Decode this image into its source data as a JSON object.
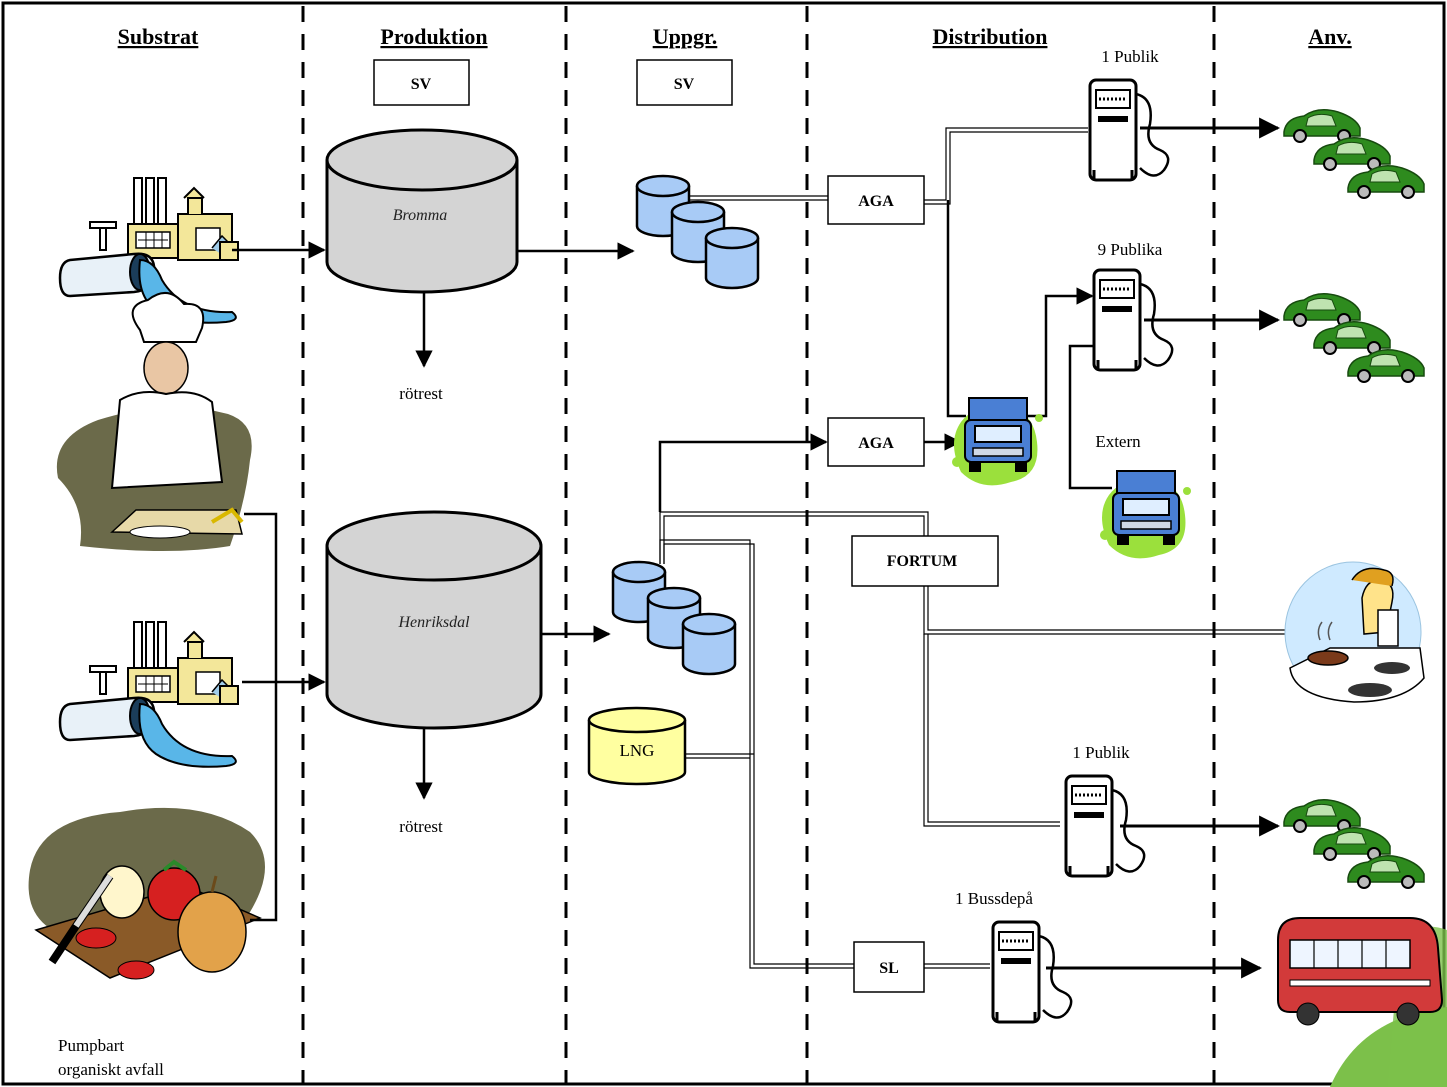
{
  "headers": {
    "substrat": "Substrat",
    "produktion": "Produktion",
    "uppgr": "Uppgr.",
    "distribution": "Distribution",
    "anv": "Anv."
  },
  "owners": {
    "produktion_sv": "SV",
    "uppgr_sv": "SV"
  },
  "plants": {
    "bromma": "Bromma",
    "henriksdal": "Henriksdal"
  },
  "residue": {
    "bromma": "rötrest",
    "henriksdal": "rötrest"
  },
  "distributors": {
    "aga_top": "AGA",
    "aga_mid": "AGA",
    "fortum": "FORTUM",
    "sl": "SL"
  },
  "stations": {
    "publik_top": "1 Publik",
    "publika_nine": "9 Publika",
    "extern": "Extern",
    "publik_bottom": "1 Publik",
    "bussdepa": "1 Bussdepå"
  },
  "storage": {
    "lng": "LNG"
  },
  "substrate": {
    "pumpable_line1": "Pumpbart",
    "pumpable_line2": "organiskt avfall"
  },
  "colors": {
    "tank": "#d4d4d4",
    "cylinder": "#a8cbf6",
    "lng": "#ffffa0",
    "car": "#2e8b1e",
    "truck": "#4a7fd4",
    "truck_bg": "#9be03c",
    "water": "#59b6e8",
    "bus": "#d23a3a",
    "hill": "#7cc04a"
  },
  "icons": {
    "sewage": "sewage-plant-icon",
    "chef": "chef-icon",
    "vegetables": "vegetables-icon",
    "pump": "fuel-pump-icon",
    "cars": "car-group-icon",
    "truck": "truck-icon",
    "cooking": "cooking-stove-icon",
    "bus": "bus-icon"
  }
}
